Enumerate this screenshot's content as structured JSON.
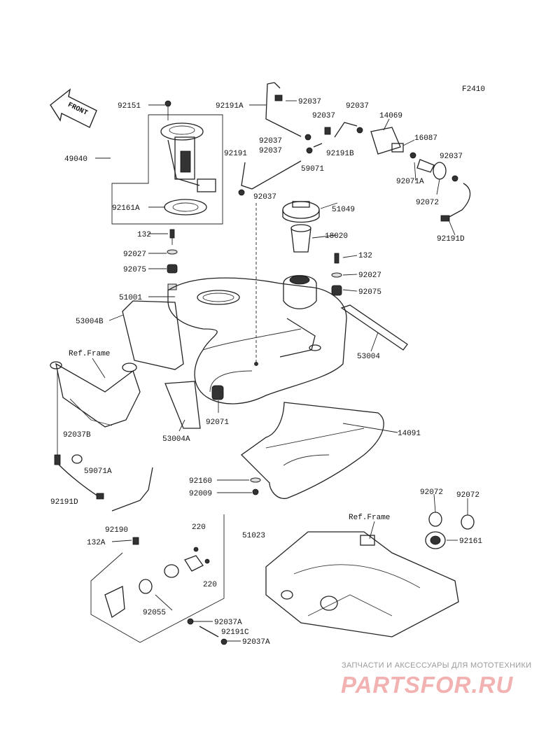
{
  "figure_code": "F2410",
  "front_arrow": "FRONT",
  "ref_frame": "Ref.Frame",
  "parts": {
    "p92151": "92151",
    "p49040": "49040",
    "p92161A": "92161A",
    "p132": "132",
    "p92027": "92027",
    "p92075": "92075",
    "p51001": "51001",
    "p53004B": "53004B",
    "p53004A": "53004A",
    "p92071": "92071",
    "p92191A": "92191A",
    "p92037_a": "92037",
    "p92037_b": "92037",
    "p92037_c": "92037",
    "p14069": "14069",
    "p16087": "16087",
    "p92037_d": "92037",
    "p92037_e": "92037",
    "p92037_f": "92037",
    "p92191B": "92191B",
    "p59071": "59071",
    "p92191": "92191",
    "p92037_g": "92037",
    "p92071A": "92071A",
    "p92072_a": "92072",
    "p92191D_a": "92191D",
    "p51049": "51049",
    "p18020": "18020",
    "p132_b": "132",
    "p92027_b": "92027",
    "p92075_b": "92075",
    "p53004": "53004",
    "p14091": "14091",
    "p92037B": "92037B",
    "p59071A": "59071A",
    "p92191D_b": "92191D",
    "p92190": "92190",
    "p92160": "92160",
    "p92009": "92009",
    "p132A": "132A",
    "p220_a": "220",
    "p51023": "51023",
    "p220_b": "220",
    "p92055": "92055",
    "p92037A_a": "92037A",
    "p92191C": "92191C",
    "p92037A_b": "92037A",
    "p92072_b": "92072",
    "p92072_c": "92072",
    "p92161": "92161"
  },
  "watermark": {
    "caption": "ЗАПЧАСТИ И АКСЕССУАРЫ ДЛЯ МОТОТЕХНИКИ",
    "logo": "PARTSFOR.RU"
  }
}
